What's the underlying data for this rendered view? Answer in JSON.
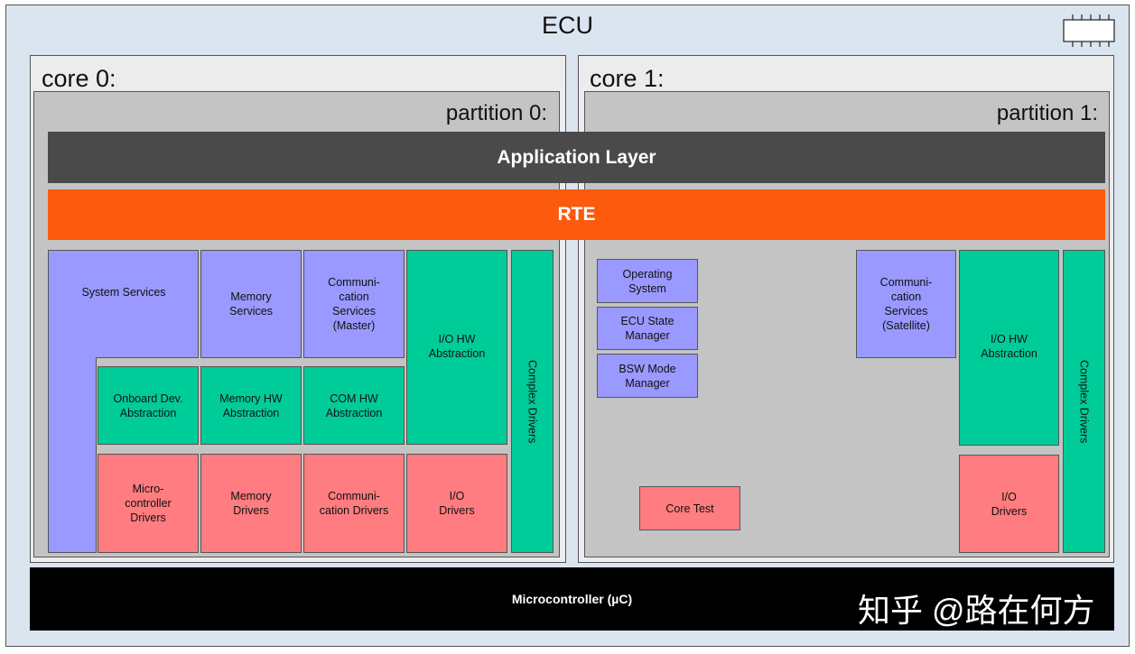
{
  "diagram": {
    "title": "ECU",
    "core0": {
      "title": "core 0:",
      "partition": "partition 0:"
    },
    "core1": {
      "title": "core 1:",
      "partition": "partition 1:"
    },
    "application_layer": "Application Layer",
    "rte": "RTE",
    "core0_modules": {
      "system_services": "System Services",
      "memory_services": "Memory\nServices",
      "communication_services_master": "Communi-\ncation\nServices\n(Master)",
      "io_hw_abstraction": "I/O HW\nAbstraction",
      "complex_drivers": "Complex Drivers",
      "onboard_dev_abstraction": "Onboard Dev.\nAbstraction",
      "memory_hw_abstraction": "Memory HW\nAbstraction",
      "com_hw_abstraction": "COM HW\nAbstraction",
      "microcontroller_drivers": "Micro-\ncontroller\nDrivers",
      "memory_drivers": "Memory\nDrivers",
      "communication_drivers": "Communi-\ncation Drivers",
      "io_drivers": "I/O\nDrivers"
    },
    "core1_modules": {
      "operating_system": "Operating\nSystem",
      "ecu_state_manager": "ECU State\nManager",
      "bsw_mode_manager": "BSW Mode\nManager",
      "communication_services_satellite": "Communi-\ncation\nServices\n(Satellite)",
      "io_hw_abstraction": "I/O HW\nAbstraction",
      "complex_drivers": "Complex Drivers",
      "core_test": "Core Test",
      "io_drivers": "I/O\nDrivers"
    },
    "microcontroller": "Microcontroller (µC)",
    "watermark": "知乎 @路在何方",
    "icons": {
      "chip": "chip-icon"
    },
    "colors": {
      "application_layer": "#4a4a4a",
      "rte": "#fc5a0c",
      "services": "#9999ff",
      "abstraction": "#00cc99",
      "drivers": "#ff7c80",
      "microcontroller": "#000000",
      "background": "#dbe5f0"
    }
  }
}
